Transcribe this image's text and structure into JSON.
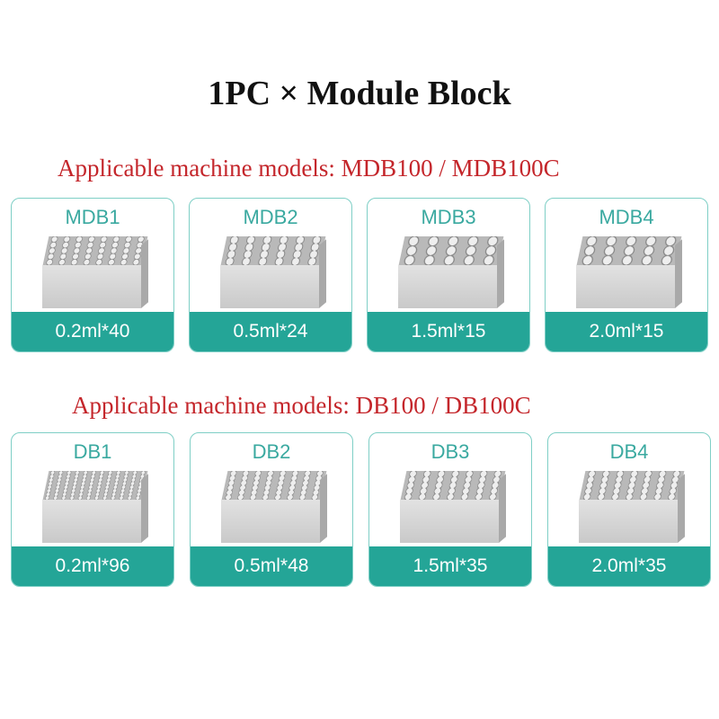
{
  "title": "1PC × Module Block",
  "groups": [
    {
      "heading": "Applicable machine models: MDB100 / MDB100C",
      "items": [
        {
          "name": "MDB1",
          "capacity": "0.2ml*40",
          "holes": "8x5"
        },
        {
          "name": "MDB2",
          "capacity": "0.5ml*24",
          "holes": "6x4"
        },
        {
          "name": "MDB3",
          "capacity": "1.5ml*15",
          "holes": "5x3"
        },
        {
          "name": "MDB4",
          "capacity": "2.0ml*15",
          "holes": "5x3"
        }
      ]
    },
    {
      "heading": "Applicable machine models: DB100 / DB100C",
      "items": [
        {
          "name": "DB1",
          "capacity": "0.2ml*96",
          "holes": "12x8"
        },
        {
          "name": "DB2",
          "capacity": "0.5ml*48",
          "holes": "8x6"
        },
        {
          "name": "DB3",
          "capacity": "1.5ml*35",
          "holes": "7x5"
        },
        {
          "name": "DB4",
          "capacity": "2.0ml*35",
          "holes": "7x5"
        }
      ]
    }
  ],
  "colors": {
    "accent": "#24a597",
    "heading": "#c4262b"
  }
}
